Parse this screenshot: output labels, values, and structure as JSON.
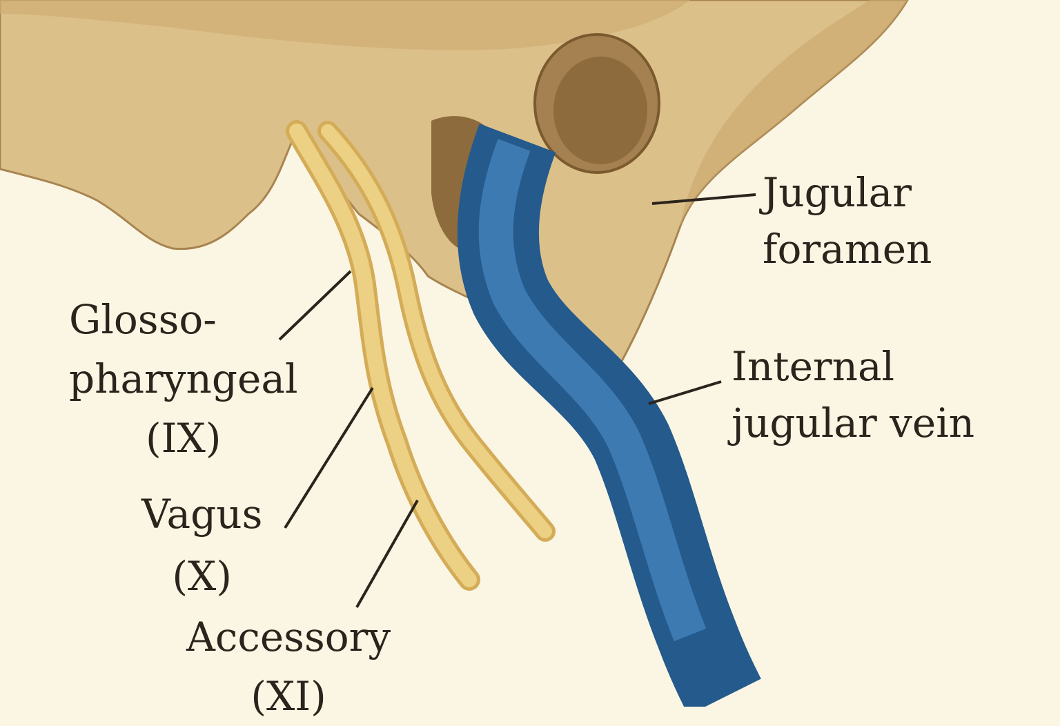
{
  "labels": {
    "jugular_foramen": [
      "Jugular",
      "foramen"
    ],
    "internal_jugular_vein": [
      "Internal",
      "jugular vein"
    ],
    "glossopharyngeal": [
      "Glosso-",
      "pharyngeal",
      "(IX)"
    ],
    "vagus": [
      "Vagus",
      "(X)"
    ],
    "accessory": [
      "Accessory",
      "(XI)"
    ]
  },
  "colors": {
    "background": "#fbf6e4",
    "bone": "#dcc08a",
    "bone_shadow": "#a88450",
    "nerve": "#e8c870",
    "vein": "#2f6aa0",
    "text": "#2a241c"
  }
}
